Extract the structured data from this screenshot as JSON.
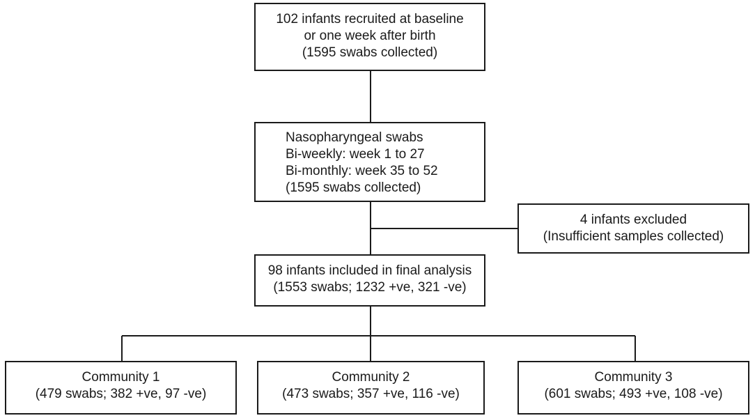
{
  "recruitment": {
    "lines": [
      "102 infants recruited at baseline",
      "or one week after birth",
      "(1595 swabs collected)"
    ]
  },
  "swab_schedule": {
    "lines": [
      "Nasopharyngeal swabs",
      "Bi-weekly: week 1 to 27",
      "Bi-monthly: week 35 to 52",
      "(1595 swabs collected)"
    ]
  },
  "excluded": {
    "lines": [
      "4 infants excluded",
      "(Insufficient samples collected)"
    ]
  },
  "included": {
    "lines": [
      "98 infants included in final analysis",
      "(1553 swabs; 1232 +ve, 321 -ve)"
    ]
  },
  "communities": [
    {
      "lines": [
        "Community 1",
        "(479 swabs; 382 +ve, 97 -ve)"
      ]
    },
    {
      "lines": [
        "Community 2",
        "(473 swabs; 357 +ve, 116 -ve)"
      ]
    },
    {
      "lines": [
        "Community 3",
        "(601 swabs; 493 +ve, 108 -ve)"
      ]
    }
  ]
}
